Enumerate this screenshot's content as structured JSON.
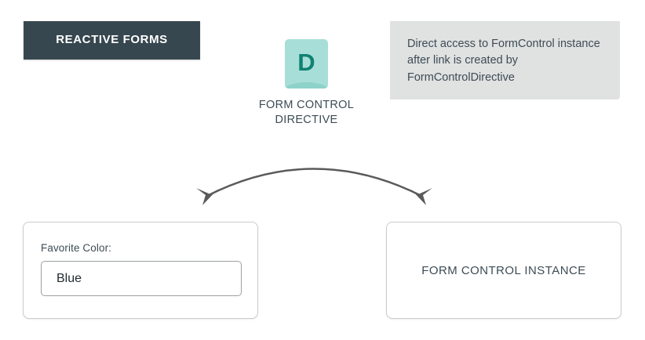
{
  "diagram": {
    "title_banner": {
      "label": "REACTIVE FORMS",
      "background_color": "#37474f",
      "text_color": "#ffffff"
    },
    "directive_node": {
      "icon_letter": "D",
      "icon_background_color": "#a8ded8",
      "icon_wave_color": "#8ed2ca",
      "icon_letter_color": "#0f8272",
      "label": "FORM CONTROL DIRECTIVE"
    },
    "annotation": {
      "text": "Direct access to FormControl instance after link is created by FormControlDirective",
      "background_color": "#e0e1e1",
      "text_color": "#3d4c55"
    },
    "connector": {
      "name": "double-headed-curved-arrow",
      "color": "#5a5a5a",
      "left_target": "form-card",
      "right_target": "instance-card"
    },
    "form_card": {
      "field_label": "Favorite Color:",
      "field_value": "Blue",
      "field_placeholder": "Favorite Color",
      "border_color": "#c9ccce"
    },
    "instance_card": {
      "title": "FORM CONTROL INSTANCE",
      "border_color": "#c9ccce"
    }
  }
}
